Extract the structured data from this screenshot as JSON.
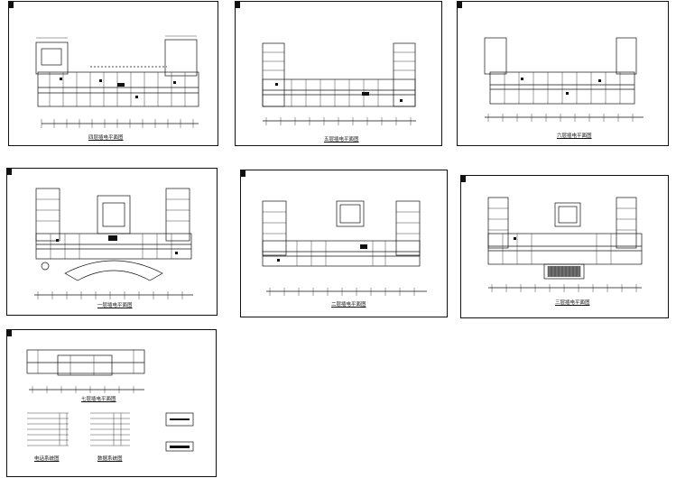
{
  "sheets": [
    {
      "id": "s1",
      "title": "四层插电平面图"
    },
    {
      "id": "s2",
      "title": "五层插电平面图"
    },
    {
      "id": "s3",
      "title": "六层插电平面图"
    },
    {
      "id": "s4",
      "title": "一层插电平面图"
    },
    {
      "id": "s5",
      "title": "二层插电平面图"
    },
    {
      "id": "s6",
      "title": "三层插电平面图"
    },
    {
      "id": "s7",
      "title": "七层插电平面图"
    }
  ],
  "systems": [
    {
      "title": "电话系统图"
    },
    {
      "title": "数据系统图"
    }
  ],
  "colors": {
    "line": "#111111",
    "paper": "#ffffff"
  }
}
